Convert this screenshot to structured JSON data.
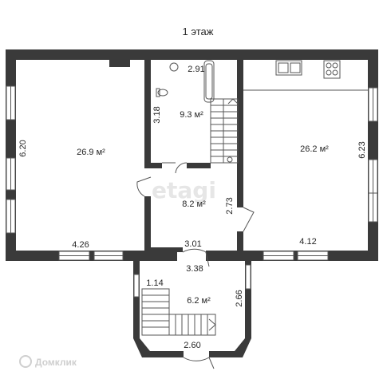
{
  "plan": {
    "title": "1 этаж",
    "watermark": "etagi",
    "logo": "Домклик"
  },
  "rooms": [
    {
      "id": "room-left",
      "area": "26.9 м²"
    },
    {
      "id": "bathroom",
      "area": "9.3 м²"
    },
    {
      "id": "hall",
      "area": "8.2 м²"
    },
    {
      "id": "room-right",
      "area": "26.2 м²"
    },
    {
      "id": "porch",
      "area": "6.2 м²"
    }
  ],
  "dimensions": [
    "6.20",
    "4.26",
    "3.18",
    "2.91",
    "2.73",
    "3.01",
    "3.38",
    "6.23",
    "4.12",
    "1.14",
    "2.66",
    "2.60"
  ],
  "colors": {
    "wall": "#3a3a3a",
    "window": "#ffffff",
    "line": "#555555"
  }
}
